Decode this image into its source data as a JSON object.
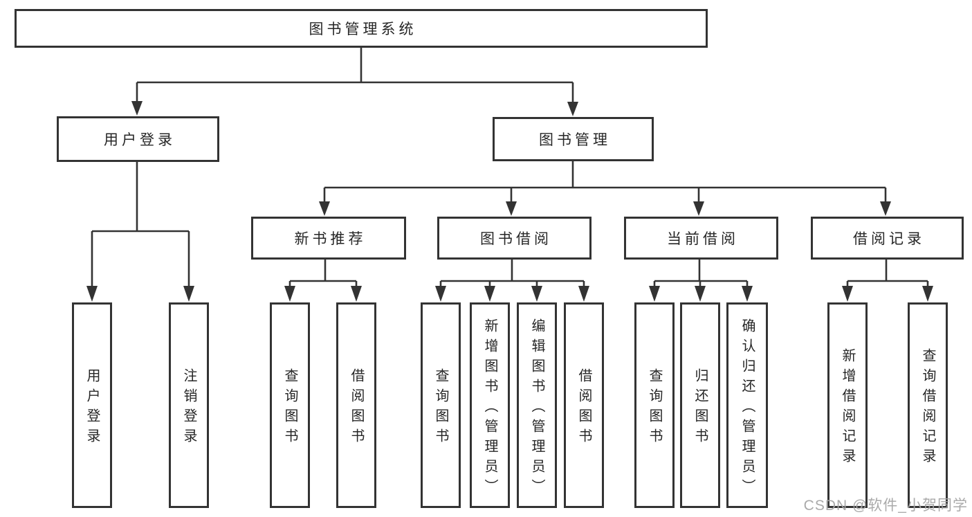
{
  "diagram": {
    "root": {
      "label": "图书管理系统"
    },
    "level2": {
      "user_login": {
        "label": "用户登录"
      },
      "book_mgmt": {
        "label": "图书管理"
      }
    },
    "level3": {
      "new_books": {
        "label": "新书推荐"
      },
      "book_borrow": {
        "label": "图书借阅"
      },
      "current_borrow": {
        "label": "当前借阅"
      },
      "borrow_records": {
        "label": "借阅记录"
      }
    },
    "leaves": {
      "user_login": {
        "label": "用户登录"
      },
      "logout": {
        "label": "注销登录"
      },
      "nb_query": {
        "label": "查询图书"
      },
      "nb_borrow": {
        "label": "借阅图书"
      },
      "bb_query": {
        "label": "查询图书"
      },
      "bb_add": {
        "label": "新增图书（管理员）"
      },
      "bb_edit": {
        "label": "编辑图书（管理员）"
      },
      "bb_borrow": {
        "label": "借阅图书"
      },
      "cb_query": {
        "label": "查询图书"
      },
      "cb_return": {
        "label": "归还图书"
      },
      "cb_confirm": {
        "label": "确认归还（管理员）"
      },
      "br_add": {
        "label": "新增借阅记录"
      },
      "br_query": {
        "label": "查询借阅记录"
      }
    },
    "colors": {
      "line": "#333333",
      "text": "#262626",
      "watermark": "#a5a5a5"
    },
    "watermark": "CSDN @软件_小贺同学"
  }
}
